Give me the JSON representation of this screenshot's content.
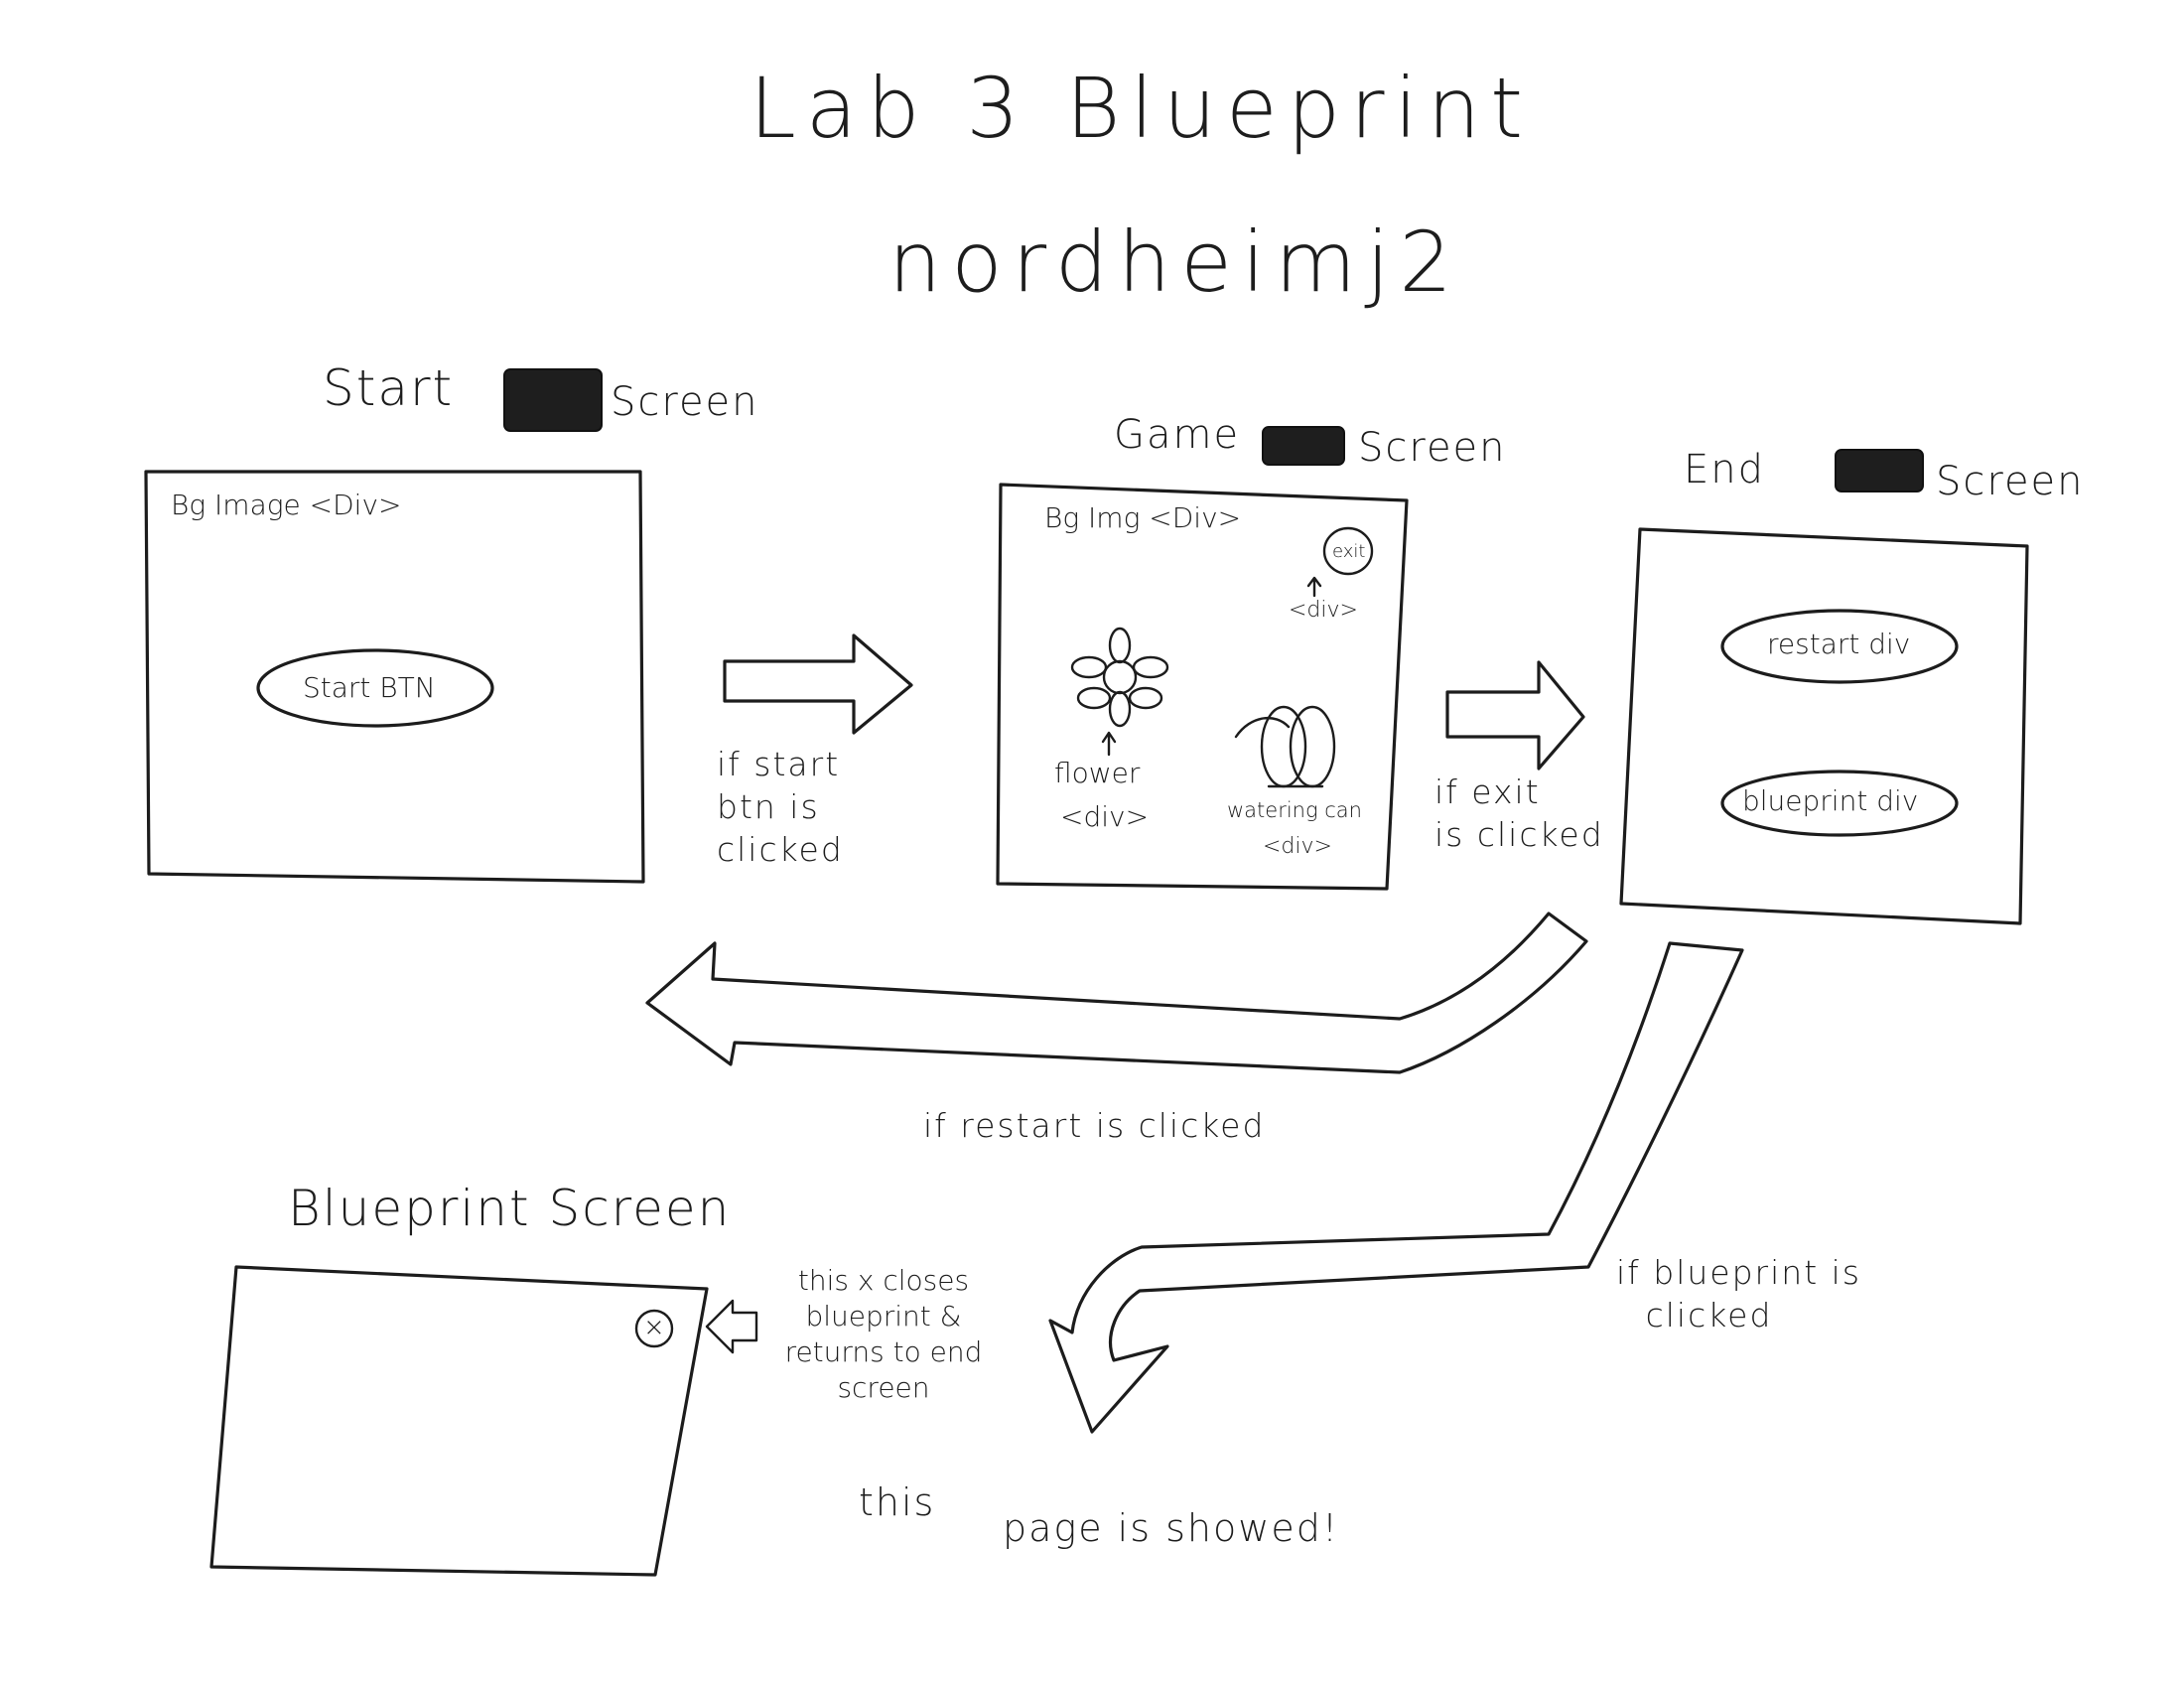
{
  "title": "Lab 3 Blueprint",
  "author": "nordheimj2",
  "start_screen": {
    "heading_left": "Start",
    "heading_right": "Screen",
    "bg_label": "Bg Image <Div>",
    "button_label": "Start BTN"
  },
  "game_screen": {
    "heading_left": "Game",
    "heading_right": "Screen",
    "bg_label": "Bg Img <Div>",
    "exit_label": "exit",
    "exit_note": "<div>",
    "flower_label": "flower",
    "flower_note": "<div>",
    "can_label": "watering can",
    "can_note": "<div>"
  },
  "end_screen": {
    "heading_left": "End",
    "heading_right": "Screen",
    "restart_label": "restart div",
    "blueprint_label": "blueprint div"
  },
  "blueprint_screen": {
    "heading": "Blueprint Screen",
    "close_symbol": "×"
  },
  "transitions": {
    "start_to_game": [
      "if start",
      "btn is",
      "clicked"
    ],
    "game_to_end": [
      "if exit",
      "is clicked"
    ],
    "end_to_start": "if restart is clicked",
    "end_to_blueprint": [
      "if blueprint is",
      "clicked"
    ]
  },
  "notes": {
    "close_note": [
      "this x closes",
      "blueprint &",
      "returns to end",
      "screen"
    ],
    "shown_note": [
      "this",
      "page is showed!"
    ]
  }
}
